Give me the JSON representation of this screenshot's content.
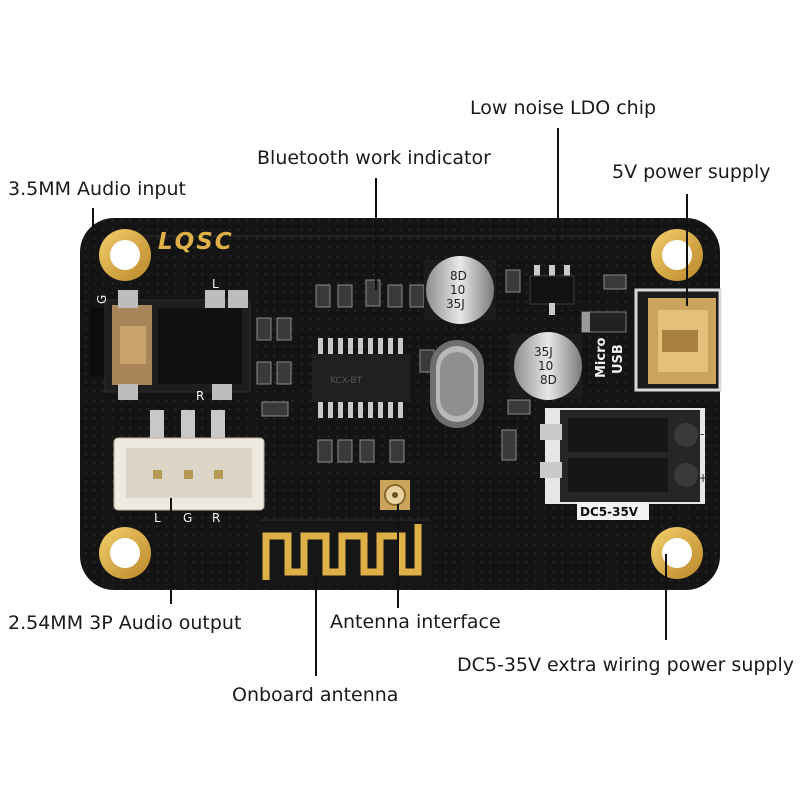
{
  "board": {
    "brand": "LQSC",
    "jack_pins": {
      "left": "G",
      "top": "L",
      "right": "R"
    },
    "header_pins": {
      "left": "L",
      "center": "G",
      "right": "R"
    },
    "ic_label": "KCX-BT",
    "cap1": {
      "line1": "8D",
      "line2": "10",
      "line3": "35J"
    },
    "cap2": {
      "line1": "35J",
      "line2": "10",
      "line3": "8D"
    },
    "usb_label": {
      "line1": "Micro",
      "line2": "USB"
    },
    "terminal_label": "DC5-35V",
    "terminal_minus": "-",
    "terminal_plus": "+"
  },
  "callouts": {
    "audio_input": "3.5MM Audio input",
    "bt_indicator": "Bluetooth work indicator",
    "ldo": "Low noise LDO chip",
    "power_5v": "5V power supply",
    "audio_output": "2.54MM 3P Audio output",
    "antenna_interface": "Antenna interface",
    "onboard_antenna": "Onboard antenna",
    "dc_supply": "DC5-35V extra wiring power supply"
  },
  "colors": {
    "pcb": "#141414",
    "gold": "#d9a93a",
    "silkscreen": "#f2f2f2",
    "text": "#1a1a1a"
  }
}
